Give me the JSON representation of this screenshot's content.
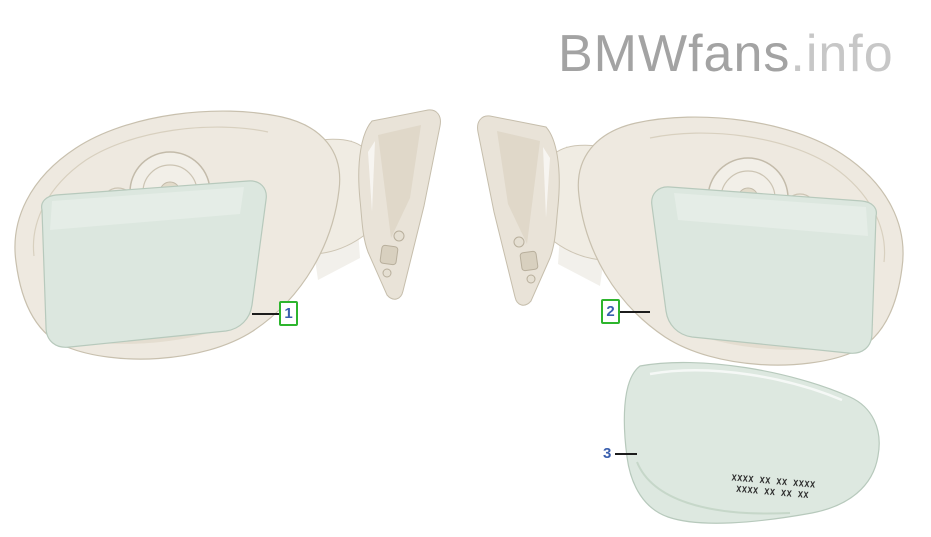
{
  "watermark": {
    "brand": "BMWfans",
    "suffix": ".info"
  },
  "callouts": {
    "c1": {
      "label": "1"
    },
    "c2": {
      "label": "2"
    },
    "c3": {
      "label": "3"
    }
  },
  "etching": {
    "line1": "XXXX XX XX XXXX",
    "line2": "XXXX XX XX XX"
  },
  "colors": {
    "callout_box_border": "#2db52d",
    "callout_number": "#3a5fae",
    "leader_line": "#1c1c1c",
    "glass_green": "#dce7df",
    "housing_cream": "#eee9e0",
    "watermark_primary": "#a3a3a3",
    "watermark_secondary": "#c7c7c7"
  }
}
